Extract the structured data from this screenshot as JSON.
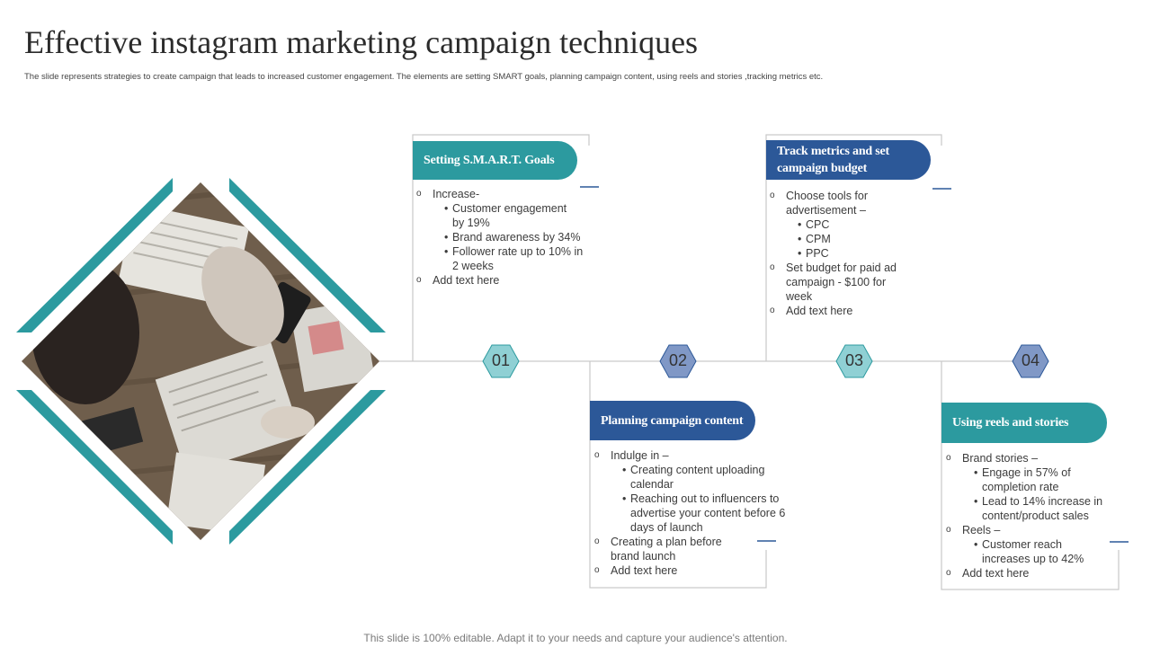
{
  "page": {
    "title": "Effective instagram marketing campaign techniques",
    "subtitle": "The slide represents strategies to create campaign that leads to increased customer engagement. The elements are setting SMART goals, planning campaign content, using reels and stories ,tracking metrics etc.",
    "footer": "This slide is 100% editable. Adapt it to your needs and capture your audience's attention."
  },
  "colors": {
    "teal": "#2c9a9f",
    "navy": "#2c5898",
    "hex_light": "#8fd0d4",
    "hex_dark": "#8098c6",
    "line": "#c9c9c9"
  },
  "steps": [
    {
      "number": "01",
      "heading": "Setting S.M.A.R.T. Goals",
      "lines": [
        {
          "type": "item",
          "text": "Increase-"
        },
        {
          "type": "sub",
          "text": "Customer engagement"
        },
        {
          "type": "cont",
          "text": "by 19%"
        },
        {
          "type": "sub",
          "text": "Brand awareness  by 34%"
        },
        {
          "type": "sub",
          "text": "Follower rate up to 10% in"
        },
        {
          "type": "cont",
          "text": "2 weeks"
        },
        {
          "type": "item",
          "text": "Add text here"
        }
      ]
    },
    {
      "number": "02",
      "heading": "Planning campaign content",
      "lines": [
        {
          "type": "item",
          "text": "Indulge in  –"
        },
        {
          "type": "sub",
          "text": "Creating  content uploading"
        },
        {
          "type": "cont",
          "text": "calendar"
        },
        {
          "type": "sub",
          "text": "Reaching out to influencers to"
        },
        {
          "type": "cont",
          "text": "advertise  your content before  6"
        },
        {
          "type": "cont",
          "text": "days of launch"
        },
        {
          "type": "item",
          "text": "Creating  a plan before"
        },
        {
          "type": "cont2",
          "text": "brand launch"
        },
        {
          "type": "item",
          "text": "Add text here"
        }
      ]
    },
    {
      "number": "03",
      "heading": "Track metrics and set campaign budget",
      "lines": [
        {
          "type": "item",
          "text": "Choose tools for"
        },
        {
          "type": "cont2",
          "text": "advertisement  –"
        },
        {
          "type": "sub",
          "text": "CPC"
        },
        {
          "type": "sub",
          "text": "CPM"
        },
        {
          "type": "sub",
          "text": "PPC"
        },
        {
          "type": "item",
          "text": "Set budget for paid ad"
        },
        {
          "type": "cont2",
          "text": "campaign - $100 for"
        },
        {
          "type": "cont2",
          "text": "week"
        },
        {
          "type": "item",
          "text": "Add text here"
        }
      ]
    },
    {
      "number": "04",
      "heading": "Using reels and stories",
      "lines": [
        {
          "type": "item",
          "text": "Brand stories –"
        },
        {
          "type": "sub",
          "text": "Engage in 57% of"
        },
        {
          "type": "cont",
          "text": "completion rate"
        },
        {
          "type": "sub",
          "text": " Lead to 14% increase in"
        },
        {
          "type": "cont",
          "text": "content/product sales"
        },
        {
          "type": "item",
          "text": "Reels –"
        },
        {
          "type": "sub",
          "text": "Customer reach"
        },
        {
          "type": "cont",
          "text": "increases up to 42%"
        },
        {
          "type": "item",
          "text": "Add text here"
        }
      ]
    }
  ]
}
